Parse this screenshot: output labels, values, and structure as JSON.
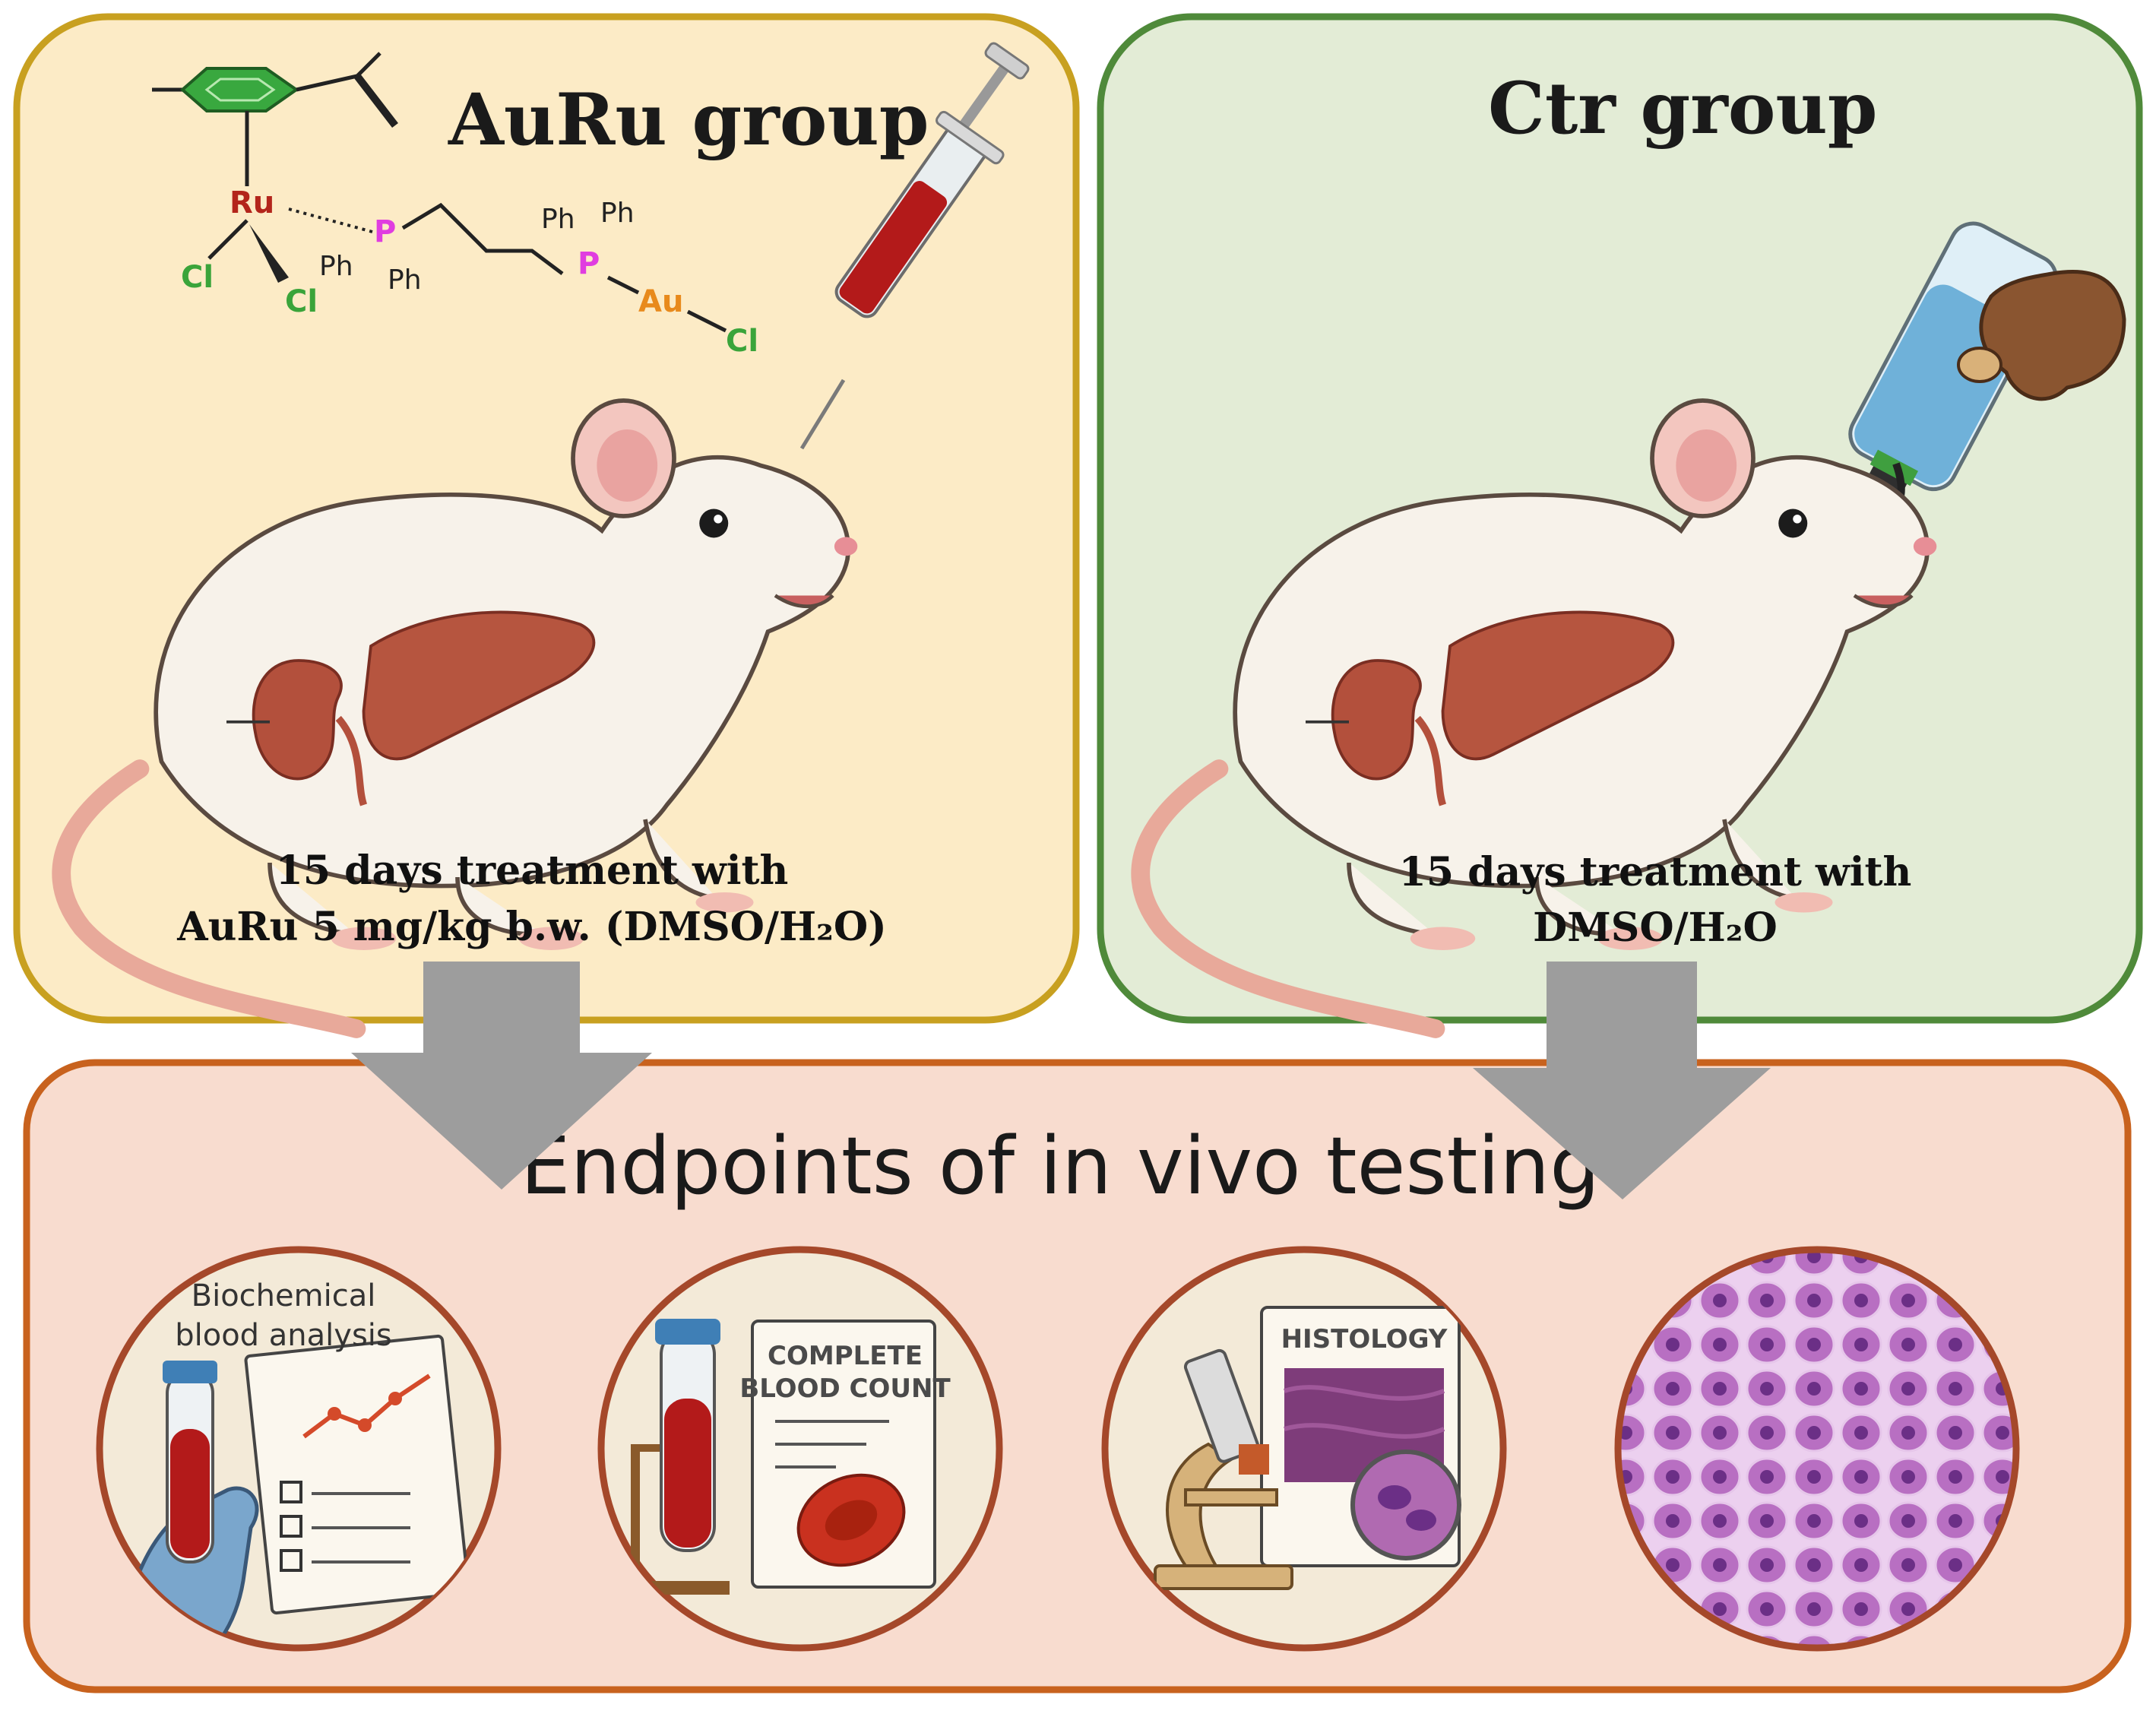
{
  "panels": {
    "treated": {
      "title": "AuRu group",
      "caption_line1": "15 days treatment with",
      "caption_line2": "AuRu 5 mg/kg b.w. (DMSO/H₂O)",
      "colors": {
        "border": "#c8a020",
        "fill": "#fcebc6"
      }
    },
    "control": {
      "title": "Ctr group",
      "caption_line1": "15 days treatment with",
      "caption_line2": "DMSO/H₂O",
      "colors": {
        "border": "#4f8a3a",
        "fill": "#e3ecd6"
      }
    }
  },
  "molecule": {
    "ru": "Ru",
    "p1": "P",
    "p2": "P",
    "au": "Au",
    "cl1": "Cl",
    "cl2": "Cl",
    "cl3": "Cl",
    "ph": "Ph"
  },
  "endpoints": {
    "title": "Endpoints of in vivo testing",
    "colors": {
      "border": "#c8621e",
      "fill": "#f8dccf"
    },
    "items": [
      {
        "label_line1": "Biochemical",
        "label_line2": "blood analysis",
        "icon": "blood-analysis-icon"
      },
      {
        "label_line1": "COMPLETE",
        "label_line2": "BLOOD COUNT",
        "icon": "complete-blood-count-icon"
      },
      {
        "label_line1": "HISTOLOGY",
        "icon": "histology-icon"
      },
      {
        "icon": "tissue-micrograph-icon"
      }
    ]
  }
}
